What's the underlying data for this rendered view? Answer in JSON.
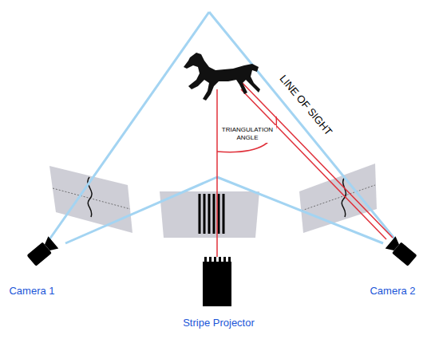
{
  "diagram": {
    "labels": [
      "LINE OF SIGHT",
      "TRIANGULATION ANGLE",
      "Camera 1",
      "Stripe Projector",
      "Camera 2"
    ]
  }
}
